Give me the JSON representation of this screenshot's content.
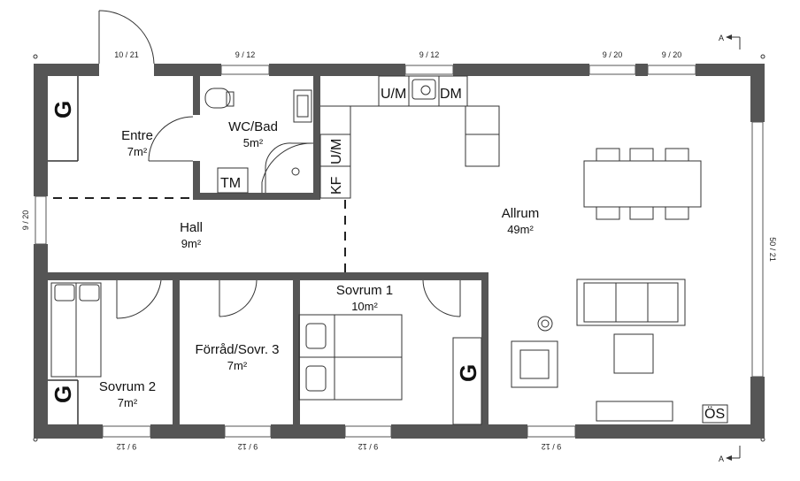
{
  "rooms": {
    "entre": {
      "name": "Entre",
      "area": "7m²"
    },
    "wcbad": {
      "name": "WC/Bad",
      "area": "5m²"
    },
    "hall": {
      "name": "Hall",
      "area": "9m²"
    },
    "allrum": {
      "name": "Allrum",
      "area": "49m²"
    },
    "sovrum1": {
      "name": "Sovrum 1",
      "area": "10m²"
    },
    "forrad": {
      "name": "Förråd/Sovr. 3",
      "area": "7m²"
    },
    "sovrum2": {
      "name": "Sovrum 2",
      "area": "7m²"
    }
  },
  "windows": {
    "door_entre": "10 / 21",
    "top_wc": "9 / 12",
    "top_kitchen": "9 / 12",
    "top_right_1": "9 / 20",
    "top_right_2": "9 / 20",
    "left_hall": "9 / 20",
    "right_allrum": "50 / 21",
    "bottom_1": "9 / 12",
    "bottom_2": "9 / 12",
    "bottom_3": "9 / 12",
    "bottom_4": "9 / 12"
  },
  "fixtures": {
    "um_top": "U/M",
    "dm": "DM",
    "um_side": "U/M",
    "kf": "KF",
    "tm": "TM",
    "os": "ÖS",
    "g_entre": "G",
    "g_sovrum2": "G",
    "g_sovrum1": "G"
  },
  "section_marker": "A"
}
